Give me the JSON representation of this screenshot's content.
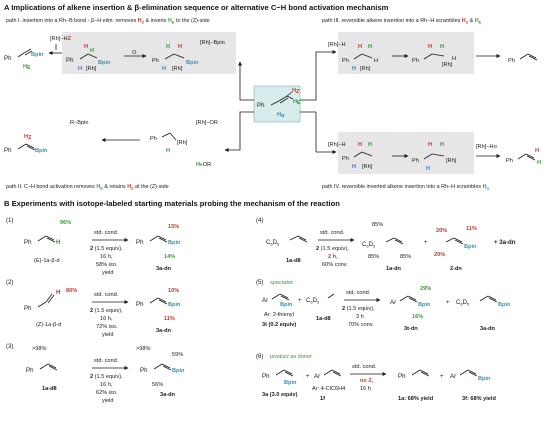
{
  "sectionA": {
    "title": "A  Implications of alkene insertion & β-elimination sequence or alternative C−H bond activation mechanism",
    "path1": {
      "pre": "path I. insertion into a Rh−B bond - β−H elim. removes ",
      "z": "H",
      "zsup": "Z",
      "mid": " & inverts ",
      "z2": "H",
      "z2sup": "E",
      "post": " to the (Z)-side"
    },
    "path2": {
      "pre": "path II. C−H bond activation removes ",
      "e": "H",
      "esup": "E",
      "mid": " &  retains ",
      "z": "H",
      "zsup": "Z",
      "post": " at the (Z)-side"
    },
    "path3": {
      "pre": "path III. reversible alkene insertion into a Rh−H scrambles ",
      "z": "H",
      "zsup": "Z",
      "amp": " & ",
      "e": "H",
      "esup": "E"
    },
    "path4": {
      "pre": "path IV. reversible inverted alkene insertion into a Rh−H scrambles ",
      "a": "H",
      "asup": "α"
    },
    "reagents": {
      "rhH2": "[Rh]−H",
      "rhB": "[Rh]−Bpin",
      "rhH": "[Rh]−H",
      "rhOR": "[Rh]−OR",
      "heor": "OR",
      "rbpin": "R−Bpin",
      "rhHa": "[Rh]−H"
    },
    "atoms": {
      "Ph": "Ph",
      "Bpin": "Bpin",
      "Rh": "[Rh]",
      "H": "H",
      "HZ": "Z",
      "HE": "E",
      "Ha": "α",
      "O": "O"
    }
  },
  "sectionB": {
    "title": "B  Experiments with isotope-labeled starting materials probing the mechanism of the reaction",
    "cond": {
      "std": "std. cond.",
      "two": "2",
      "equiv": " (1.5 equiv),",
      "h16": "16 h,",
      "h2": "2 h,",
      "h3": "3 h"
    },
    "e1": {
      "num": "(1)",
      "pct1": "96%",
      "yield": "58% iso.",
      "yield2": "yield",
      "sm": "(E)-1a-β-d",
      "pz": "15%",
      "pa": "14%",
      "prod": "3a-dn"
    },
    "e2": {
      "num": "(2)",
      "pct1": "80%",
      "yield": "72% iso.",
      "yield2": "yield",
      "sm": "(Z)-1a-β-d",
      "pz": "10%",
      "pa": "11%",
      "prod": "3a-dn"
    },
    "e3": {
      "num": "(3)",
      "pct1": ">98%",
      "yield": "62% iso.",
      "yield2": "yield",
      "sm": "1a-d8",
      "pa": ">98%",
      "pz": "59%",
      "pb": "56%",
      "prod": "3a-dn"
    },
    "e4": {
      "num": "(4)",
      "sm": "1a-d8",
      "conv": "60% conv.",
      "p1a": "85%",
      "p1b": "85%",
      "p1c": "85%",
      "prod1": "1a-dn",
      "plus": "+",
      "p2a": "20%",
      "p2b": "11%",
      "p2c": "20%",
      "prod2": "2-dn",
      "prod3": "+ 3a-dn"
    },
    "e5": {
      "num": "(5)",
      "spectator": "spectator",
      "ar": "Ar: 2-thienyl",
      "amt": "3t (0.2 equiv)",
      "sm": "1a-d8",
      "conv": "70% conv.",
      "p1": "29%",
      "p2": "16%",
      "prod1": "3t-dn",
      "prod2": "3a-dn"
    },
    "e6": {
      "num": "(6)",
      "donor": "product as donor",
      "amt": "3a (3.0 equiv)",
      "ar": "Ar: 4-ClC6H4",
      "sm2": "1f",
      "no2": "no 2,",
      "h16": "16 h",
      "y1": "1a: 68% yield",
      "y2": "3f: 68% yield"
    }
  }
}
